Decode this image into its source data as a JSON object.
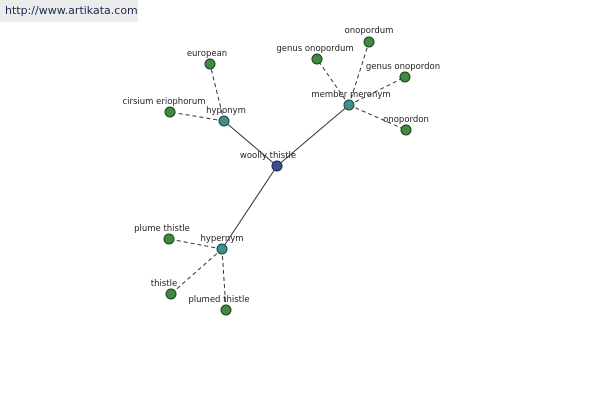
{
  "watermark": "http://www.artikata.com",
  "nodes": {
    "root": "woolly thistle",
    "hyponym": "hyponym",
    "member_meronym": "member meronym",
    "hypernym": "hypernym",
    "european": "european",
    "cirsium_eriophorum": "cirsium eriophorum",
    "genus_onopordum": "genus onopordum",
    "onopordum": "onopordum",
    "genus_onopordon": "genus onopordon",
    "onopordon": "onopordon",
    "plume_thistle": "plume thistle",
    "thistle": "thistle",
    "plumed_thistle": "plumed thistle"
  },
  "colors": {
    "root": "#3d4f8f",
    "relation": "#3f8f8f",
    "leaf": "#3f8a3f"
  }
}
